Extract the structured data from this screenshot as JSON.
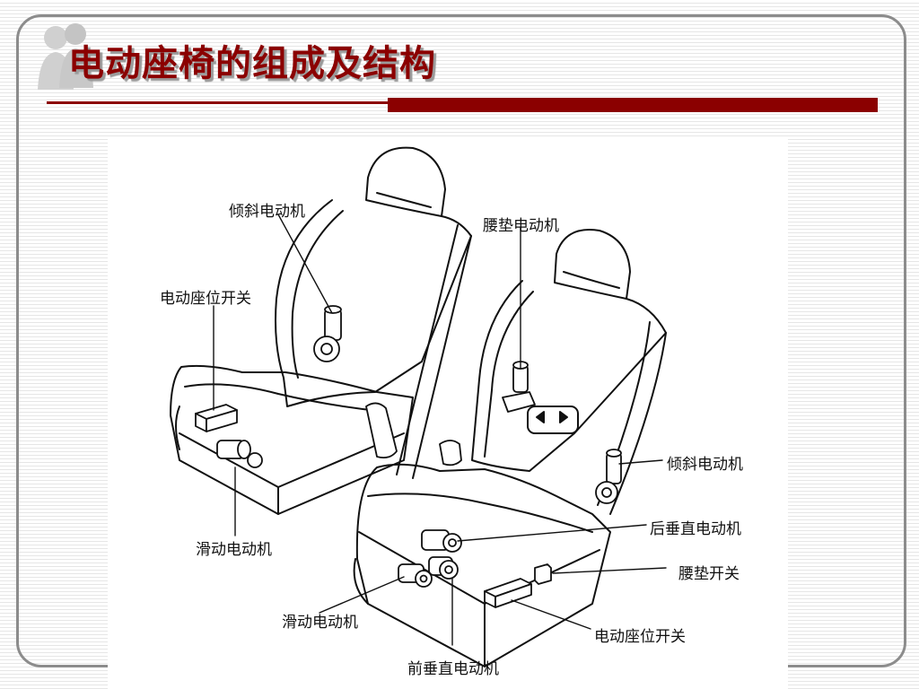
{
  "slide": {
    "title": "电动座椅的组成及结构"
  },
  "figure": {
    "labels": {
      "tilt_motor_left": "倾斜电动机",
      "seat_switch_left": "电动座位开关",
      "slide_motor_left": "滑动电动机",
      "lumbar_motor": "腰垫电动机",
      "tilt_motor_right": "倾斜电动机",
      "rear_vertical_motor": "后垂直电动机",
      "lumbar_switch": "腰垫开关",
      "slide_motor_right": "滑动电动机",
      "seat_switch_right": "电动座位开关",
      "front_vertical_motor": "前垂直电动机"
    }
  }
}
